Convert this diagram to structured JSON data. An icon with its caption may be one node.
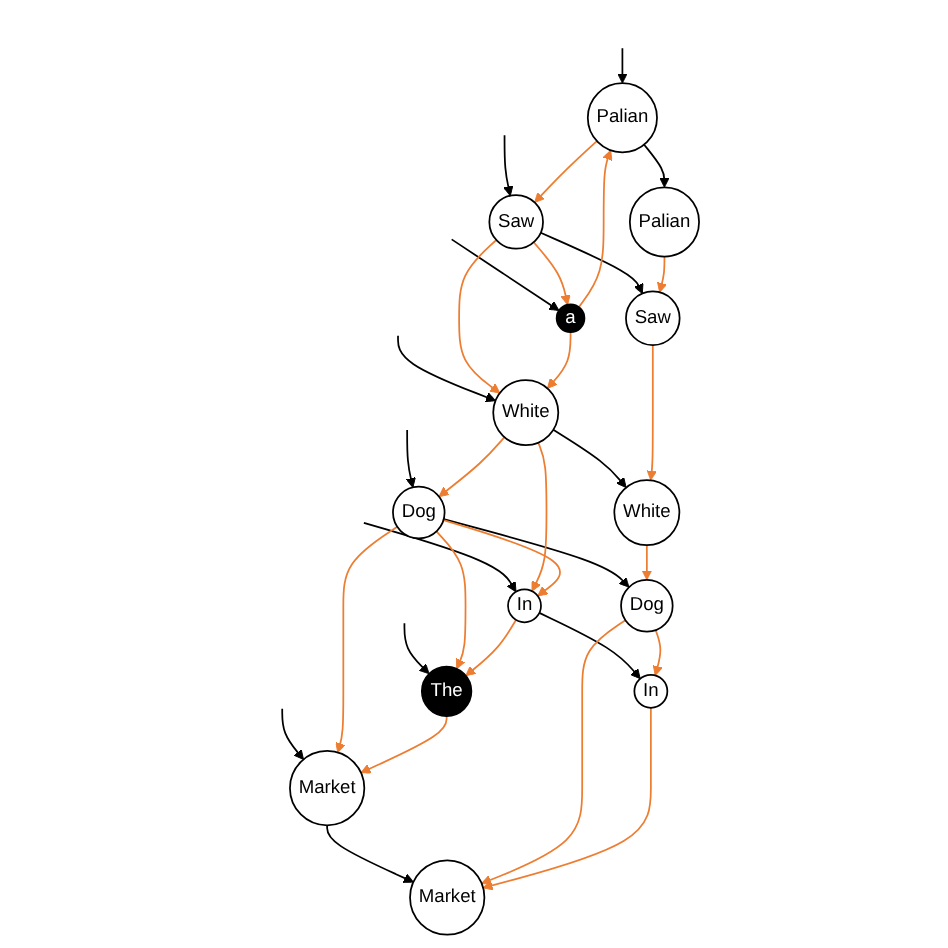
{
  "diagram": {
    "nodes": [
      {
        "text": [
          "Palian"
        ]
      },
      {
        "text": [
          "Palian"
        ]
      },
      {
        "text": [
          "Saw"
        ]
      },
      {
        "text": [
          "Saw"
        ]
      },
      {
        "text": [
          "a"
        ]
      },
      {
        "text": [
          "White"
        ]
      },
      {
        "text": [
          "White"
        ]
      },
      {
        "text": [
          "Dog"
        ]
      },
      {
        "text": [
          "Dog"
        ]
      },
      {
        "text": [
          "In"
        ]
      },
      {
        "text": [
          "In"
        ]
      },
      {
        "text": [
          "The"
        ]
      },
      {
        "text": [
          "Market"
        ]
      },
      {
        "text": [
          "Market"
        ]
      }
    ],
    "edges": [
      {
        "from": null,
        "to": 0,
        "arrow": "to",
        "color": "#000000"
      },
      {
        "from": null,
        "to": 2,
        "arrow": "to",
        "color": "#000000"
      },
      {
        "from": null,
        "to": 4,
        "arrow": "to",
        "color": "#000000"
      },
      {
        "from": null,
        "to": 5,
        "arrow": "to",
        "color": "#000000"
      },
      {
        "from": null,
        "to": 7,
        "arrow": "to",
        "color": "#000000"
      },
      {
        "from": null,
        "to": 9,
        "arrow": "to",
        "color": "#000000"
      },
      {
        "from": null,
        "to": 11,
        "arrow": "to",
        "color": "#000000"
      },
      {
        "from": null,
        "to": 12,
        "arrow": "to",
        "color": "#000000"
      },
      {
        "from": 0,
        "to": 1,
        "arrow": "to",
        "color": "#000000"
      },
      {
        "from": 2,
        "to": 3,
        "arrow": "to",
        "color": "#000000"
      },
      {
        "from": 5,
        "to": 6,
        "arrow": "to",
        "color": "#000000"
      },
      {
        "from": 7,
        "to": 8,
        "arrow": "to",
        "color": "#000000"
      },
      {
        "from": 9,
        "to": 10,
        "arrow": "to",
        "color": "#000000"
      },
      {
        "from": 12,
        "to": 13,
        "arrow": "to",
        "color": "#000000"
      },
      {
        "from": 0,
        "to": 2,
        "arrow": "to"
      },
      {
        "from": 4,
        "to": 0,
        "arrow": "to"
      },
      {
        "from": 2,
        "to": 4,
        "arrow": "to"
      },
      {
        "from": 2,
        "to": 5,
        "arrow": "to"
      },
      {
        "from": 4,
        "to": 5,
        "arrow": "to"
      },
      {
        "from": 5,
        "to": 9,
        "arrow": "to"
      },
      {
        "from": 5,
        "to": 7,
        "arrow": "to"
      },
      {
        "from": 7,
        "to": 9,
        "arrow": "to"
      },
      {
        "from": 7,
        "to": 11,
        "arrow": "to"
      },
      {
        "from": 7,
        "to": 12,
        "arrow": "to"
      },
      {
        "from": 9,
        "to": 11,
        "arrow": "to"
      },
      {
        "from": 11,
        "to": 12,
        "arrow": "to"
      },
      {
        "from": 1,
        "to": 3,
        "arrow": "to"
      },
      {
        "from": 3,
        "to": 6,
        "arrow": "to"
      },
      {
        "from": 6,
        "to": 8,
        "arrow": "to"
      },
      {
        "from": 8,
        "to": 10,
        "arrow": "to"
      },
      {
        "from": 8,
        "to": 13,
        "arrow": "to"
      },
      {
        "from": 10,
        "to": 13,
        "arrow": "to"
      }
    ]
  }
}
